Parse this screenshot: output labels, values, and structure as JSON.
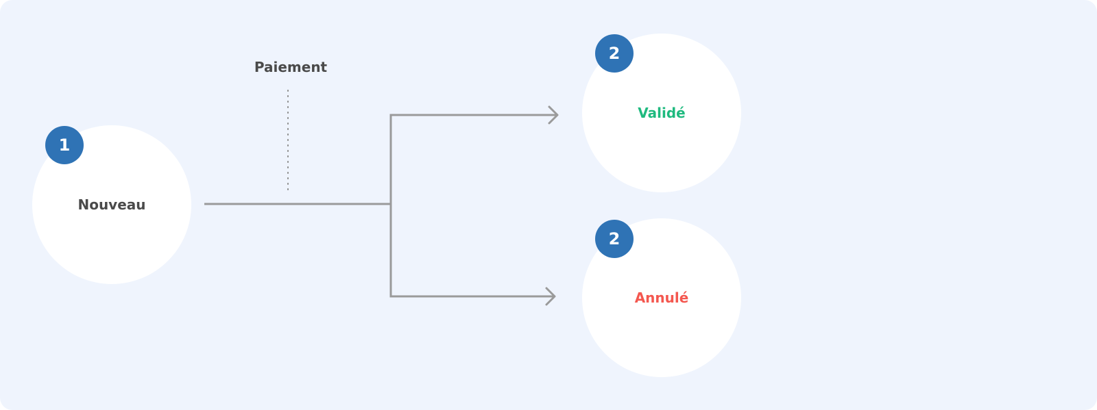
{
  "states": {
    "new": {
      "badge": "1",
      "label": "Nouveau"
    },
    "validated": {
      "badge": "2",
      "label": "Validé"
    },
    "cancelled": {
      "badge": "2",
      "label": "Annulé"
    }
  },
  "transition": {
    "label": "Paiement"
  },
  "colors": {
    "background": "#eff4fd",
    "node": "#ffffff",
    "badge": "#2f73b5",
    "connector": "#9a9a9a",
    "neutral_label": "#4a4a4a",
    "validated_label": "#1fba7f",
    "cancelled_label": "#f4574f"
  }
}
